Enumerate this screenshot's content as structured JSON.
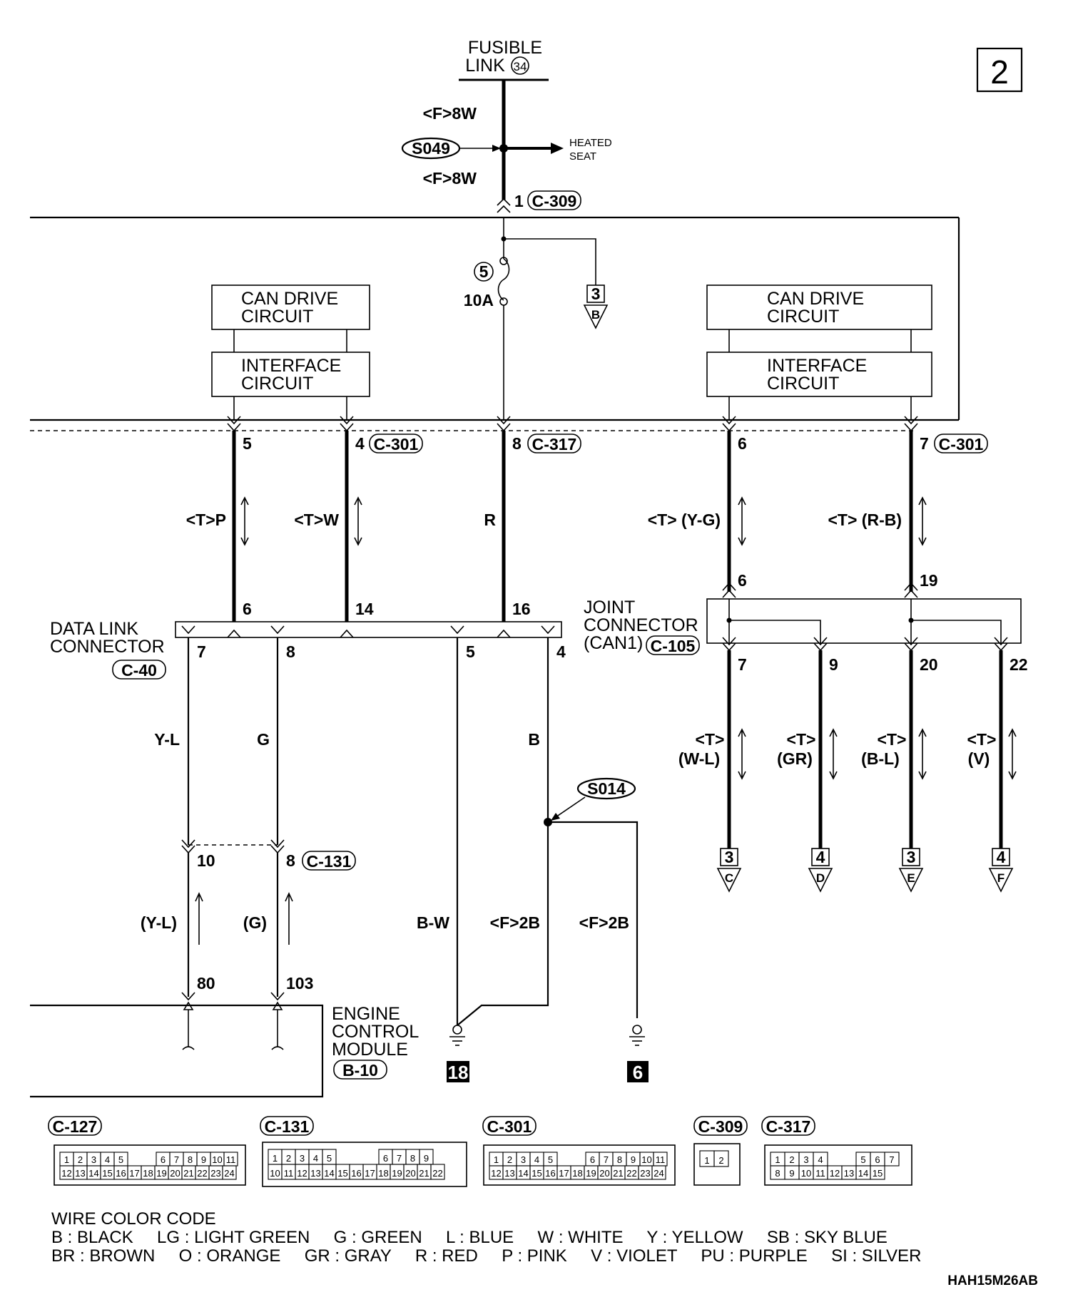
{
  "page_number": "2",
  "fusible_link": {
    "line1": "FUSIBLE",
    "line2": "LINK",
    "number": "34"
  },
  "splices": {
    "s049": "S049",
    "s014": "S014"
  },
  "heated_seat": {
    "line1": "HEATED",
    "line2": "SEAT"
  },
  "fuse": {
    "number": "5",
    "rating": "10A"
  },
  "wire_labels": {
    "fusible_top": "<F>8W",
    "fusible_bottom": "<F>8W",
    "pin5_wire": "<T>P",
    "pin4_wire": "<T>W",
    "pin8_wire": "R",
    "pin6_wire": "<T> (Y-G)",
    "pin7_wire": "<T> (R-B)",
    "dlc7_wire": "Y-L",
    "dlc8_wire": "G",
    "dlc4_wire": "B",
    "ecm10_wire": "(Y-L)",
    "ecm8_wire": "(G)",
    "bw_wire": "B-W",
    "ground18_wire": "<F>2B",
    "ground6_wire": "<F>2B",
    "jc7_t": "<T>",
    "jc7_c": "(W-L)",
    "jc9_t": "<T>",
    "jc9_c": "(GR)",
    "jc20_t": "<T>",
    "jc20_c": "(B-L)",
    "jc22_t": "<T>",
    "jc22_c": "(V)"
  },
  "connectors": {
    "c309": "C-309",
    "c301": "C-301",
    "c317": "C-317",
    "c40": "C-40",
    "c105": "C-105",
    "c131": "C-131",
    "b10": "B-10",
    "c127": "C-127"
  },
  "pins": {
    "c309_1": "1",
    "c301_5": "5",
    "c301_4": "4",
    "c317_8": "8",
    "c301_6": "6",
    "c301_7": "7",
    "dlc_6": "6",
    "dlc_14": "14",
    "dlc_16": "16",
    "dlc_7": "7",
    "dlc_8": "8",
    "dlc_5": "5",
    "dlc_4": "4",
    "jc_6": "6",
    "jc_19": "19",
    "jc_7": "7",
    "jc_9": "9",
    "jc_20": "20",
    "jc_22": "22",
    "c131_10": "10",
    "c131_8": "8",
    "ecm_80": "80",
    "ecm_103": "103"
  },
  "blocks": {
    "can_left": {
      "line1": "CAN DRIVE",
      "line2": "CIRCUIT"
    },
    "iface_left": {
      "line1": "INTERFACE",
      "line2": "CIRCUIT"
    },
    "can_right": {
      "line1": "CAN DRIVE",
      "line2": "CIRCUIT"
    },
    "iface_right": {
      "line1": "INTERFACE",
      "line2": "CIRCUIT"
    }
  },
  "data_link_connector": {
    "line1": "DATA LINK",
    "line2": "CONNECTOR"
  },
  "joint_connector": {
    "line1": "JOINT",
    "line2": "CONNECTOR",
    "line3": "(CAN1)"
  },
  "ecm": {
    "line1": "ENGINE",
    "line2": "CONTROL",
    "line3": "MODULE"
  },
  "refs": {
    "fuse_branch": {
      "num": "3",
      "letter": "B"
    },
    "jc7": {
      "num": "3",
      "letter": "C"
    },
    "jc9": {
      "num": "4",
      "letter": "D"
    },
    "jc20": {
      "num": "3",
      "letter": "E"
    },
    "jc22": {
      "num": "4",
      "letter": "F"
    }
  },
  "grounds": {
    "g18": "18",
    "g6": "6"
  },
  "connector_faces": {
    "c127": {
      "row1": [
        "1",
        "2",
        "3",
        "4",
        "5",
        "6",
        "7",
        "8",
        "9",
        "10",
        "11"
      ],
      "row2": [
        "12",
        "13",
        "14",
        "15",
        "16",
        "17",
        "18",
        "19",
        "20",
        "21",
        "22",
        "23",
        "24"
      ]
    },
    "c131": {
      "row1": [
        "1",
        "2",
        "3",
        "4",
        "5",
        "6",
        "7",
        "8",
        "9"
      ],
      "row2": [
        "10",
        "11",
        "12",
        "13",
        "14",
        "15",
        "16",
        "17",
        "18",
        "19",
        "20",
        "21",
        "22"
      ]
    },
    "c301": {
      "row1": [
        "1",
        "2",
        "3",
        "4",
        "5",
        "6",
        "7",
        "8",
        "9",
        "10",
        "11"
      ],
      "row2": [
        "12",
        "13",
        "14",
        "15",
        "16",
        "17",
        "18",
        "19",
        "20",
        "21",
        "22",
        "23",
        "24"
      ]
    },
    "c309": {
      "row1": [
        "1",
        "2"
      ]
    },
    "c317": {
      "row1": [
        "1",
        "2",
        "3",
        "4",
        "5",
        "6",
        "7"
      ],
      "row2": [
        "8",
        "9",
        "10",
        "11",
        "12",
        "13",
        "14",
        "15"
      ]
    }
  },
  "wire_color_code": {
    "title": "WIRE COLOR CODE",
    "line1": "B : BLACK     LG : LIGHT GREEN     G : GREEN     L : BLUE     W : WHITE     Y : YELLOW     SB : SKY BLUE",
    "line2": "BR : BROWN     O : ORANGE     GR : GRAY     R : RED     P : PINK     V : VIOLET     PU : PURPLE     SI : SILVER"
  },
  "figure_code": "HAH15M26AB"
}
